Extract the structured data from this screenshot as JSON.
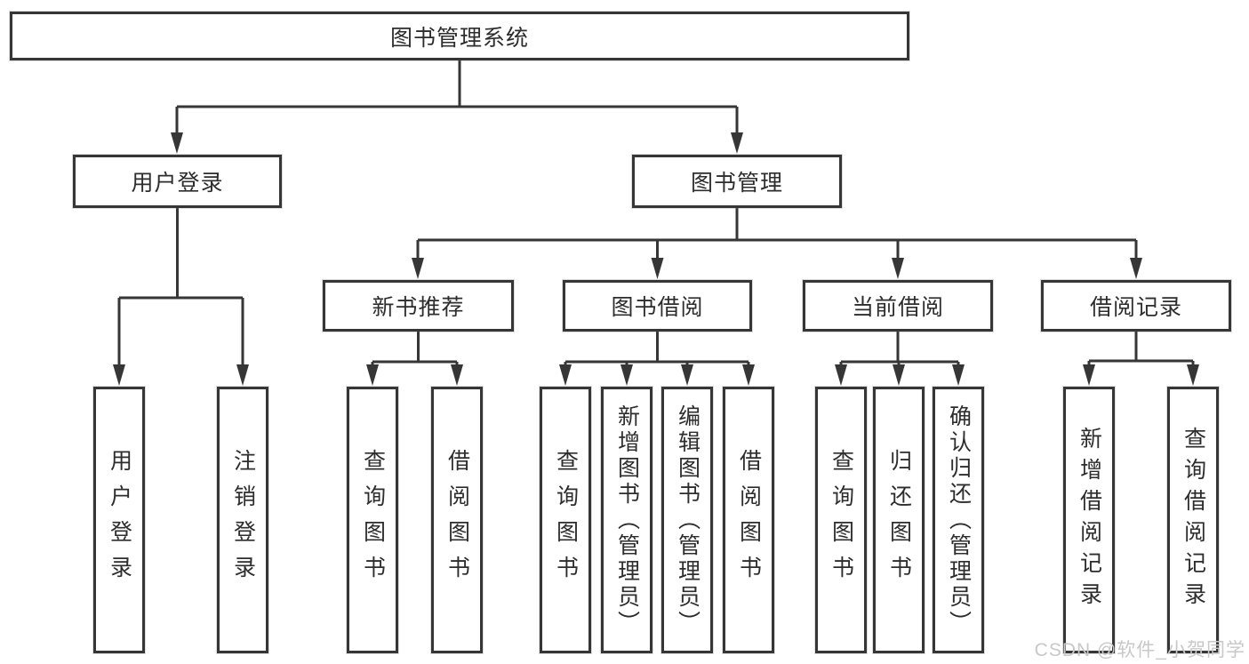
{
  "tree": {
    "root": {
      "label": "图书管理系统"
    },
    "branches": [
      {
        "label": "用户登录",
        "leaves": [
          "用户登录",
          "注销登录"
        ]
      },
      {
        "label": "图书管理",
        "children": [
          {
            "label": "新书推荐",
            "leaves": [
              "查询图书",
              "借阅图书"
            ]
          },
          {
            "label": "图书借阅",
            "leaves": [
              "查询图书",
              "新增图书（管理员）",
              "编辑图书（管理员）",
              "借阅图书"
            ]
          },
          {
            "label": "当前借阅",
            "leaves": [
              "查询图书",
              "归还图书",
              "确认归还（管理员）"
            ]
          },
          {
            "label": "借阅记录",
            "leaves": [
              "新增借阅记录",
              "查询借阅记录"
            ]
          }
        ]
      }
    ]
  },
  "watermark": "CSDN @软件_小贺同学",
  "colors": {
    "line": "#363636",
    "box_border": "#363636",
    "text": "#2d2d2d",
    "watermark": "#c8c8c8",
    "background": "#ffffff"
  }
}
